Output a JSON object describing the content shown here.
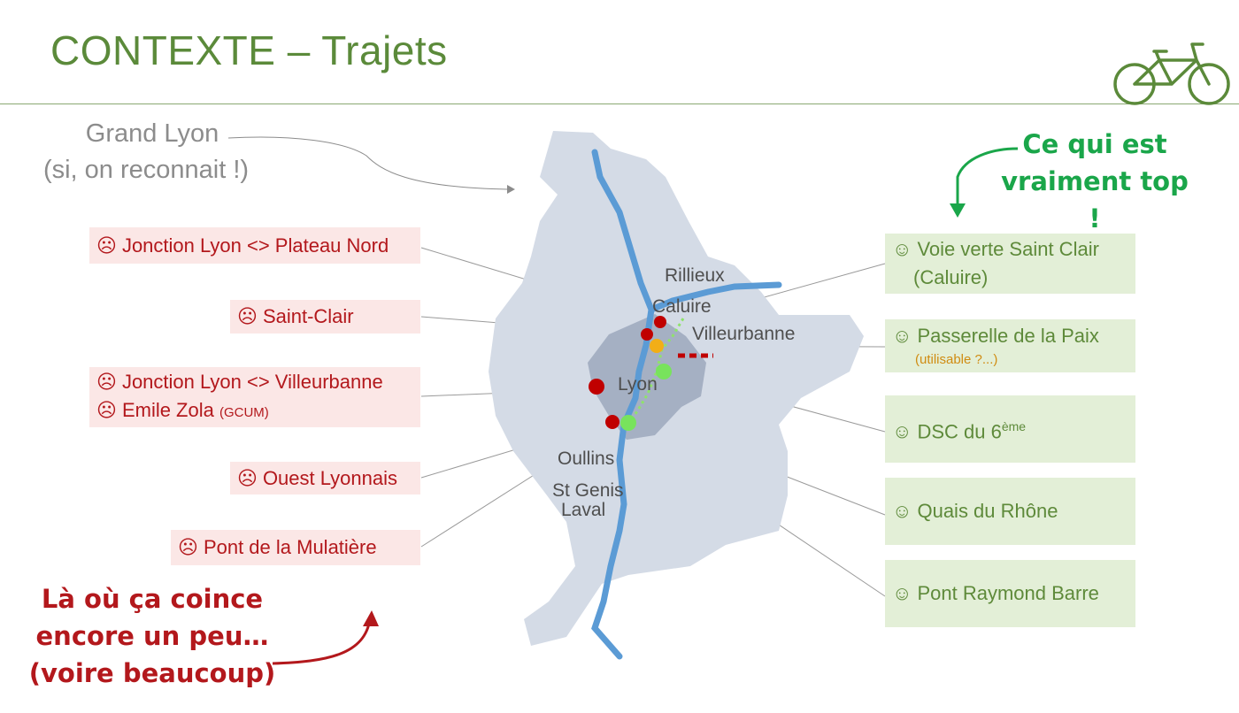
{
  "slide": {
    "title": "CONTEXTE – Trajets",
    "grand_lyon_note": [
      "Grand Lyon",
      "(si, on reconnait !)"
    ]
  },
  "cities": {
    "rillieux": "Rillieux",
    "caluire": "Caluire",
    "villeurbanne": "Villeurbanne",
    "lyon": "Lyon",
    "oullins": "Oullins",
    "st_genis": [
      "St Genis",
      "Laval"
    ]
  },
  "problems": [
    {
      "face": "☹",
      "label": "Jonction Lyon <> Plateau Nord"
    },
    {
      "face": "☹",
      "label": "Saint-Clair"
    },
    {
      "face": "☹",
      "label": "Jonction Lyon <> Villeurbanne"
    },
    {
      "face": "☹",
      "label": "Emile Zola",
      "note": "(GCUM)"
    },
    {
      "face": "☹",
      "label": "Ouest Lyonnais"
    },
    {
      "face": "☹",
      "label": "Pont de la Mulatière"
    }
  ],
  "goods": [
    {
      "face": "☺",
      "label": "Voie verte Saint Clair",
      "line2": "(Caluire)"
    },
    {
      "face": "☺",
      "label": "Passerelle de la Paix",
      "note": "(utilisable ?...)"
    },
    {
      "face": "☺",
      "label": "DSC du 6",
      "sup": "ème"
    },
    {
      "face": "☺",
      "label": "Quais du Rhône"
    },
    {
      "face": "☺",
      "label": "Pont Raymond Barre"
    }
  ],
  "callouts": {
    "good": [
      "Ce qui est",
      "vraiment top !"
    ],
    "bad": [
      "Là où ça coince",
      "encore un peu…",
      "(voire beaucoup)"
    ]
  },
  "colors": {
    "title_green": "#5b8a3a",
    "bad_red": "#b3181c",
    "good_green": "#5e8a3a",
    "callout_green": "#1aa64a",
    "river_blue": "#5b9bd5",
    "map_light": "#d4dbe6",
    "map_dark": "#a5b0c3"
  }
}
